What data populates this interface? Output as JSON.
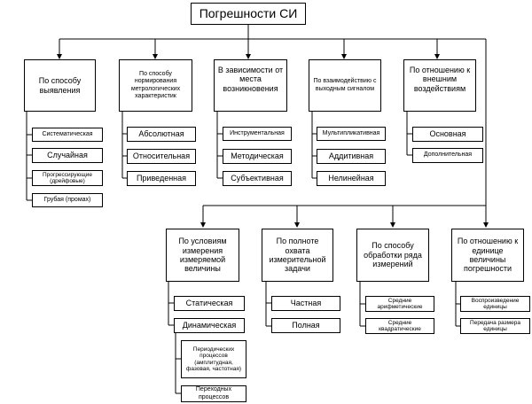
{
  "title": "Погрешности СИ",
  "top_categories": [
    {
      "label": "По способу выявления",
      "items": [
        "Систематическая",
        "Случайная",
        "Прогрессирующие (дрейфовые)",
        "Грубая (промах)"
      ]
    },
    {
      "label": "По способу нормирования метрологических характеристик",
      "items": [
        "Абсолютная",
        "Относительная",
        "Приведенная"
      ]
    },
    {
      "label": "В зависимости от места возникновения",
      "items": [
        "Инструментальная",
        "Методическая",
        "Субъективная"
      ]
    },
    {
      "label": "По взаимодействию с выходным сигналом",
      "items": [
        "Мультипликативная",
        "Аддитивная",
        "Нелинейная"
      ]
    },
    {
      "label": "По отношению к внешним воздействиям",
      "items": [
        "Основная",
        "Дополнительная"
      ]
    }
  ],
  "bottom_categories": [
    {
      "label": "По условиям измерения измеряемой величины",
      "items": [
        "Статическая",
        "Динамическая"
      ],
      "subitems": [
        "Периодических процессов (амплитудная, фазовая, частотная)",
        "Переходных процессов"
      ]
    },
    {
      "label": "По полноте охвата измерительной задачи",
      "items": [
        "Частная",
        "Полная"
      ]
    },
    {
      "label": "По способу обработки ряда измерений",
      "items": [
        "Средние арифметические",
        "Средние квадратические"
      ]
    },
    {
      "label": "По отношению к единице величины погрешности",
      "items": [
        "Воспроизведение единицы",
        "Передача размера единицы"
      ]
    }
  ]
}
